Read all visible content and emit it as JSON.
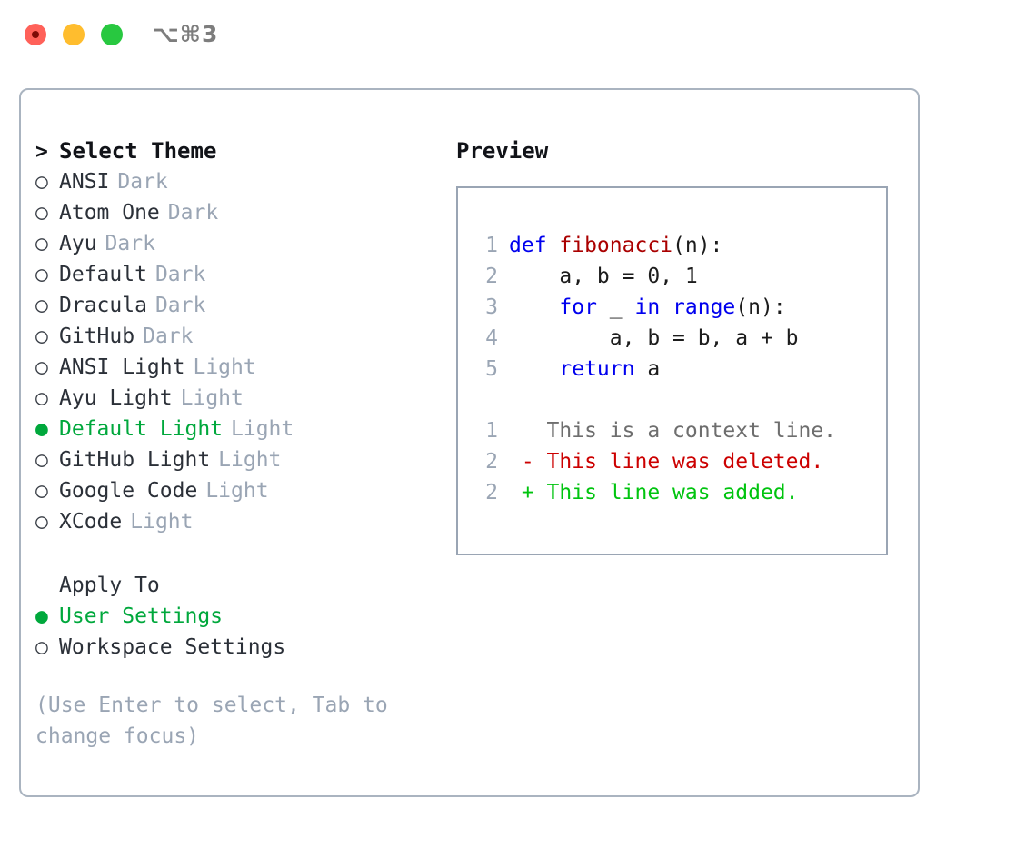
{
  "window": {
    "shortcut": "⌥⌘3",
    "traffic_lights": [
      {
        "name": "close",
        "color": "#ff6159"
      },
      {
        "name": "minimize",
        "color": "#ffbd2e"
      },
      {
        "name": "maximize",
        "color": "#28c840"
      }
    ]
  },
  "colors": {
    "selected_green": "#00a83c",
    "muted_tag": "#9aa5b4",
    "panel_border": "#aab4c0",
    "keyword_blue": "#0000ee",
    "function_red": "#aa0000",
    "diff_delete": "#cc0000",
    "diff_add": "#00c40f"
  },
  "theme_list": {
    "header_marker": ">",
    "header": "Select Theme",
    "items": [
      {
        "marker": "○",
        "label": "ANSI",
        "tag": "Dark",
        "selected": false
      },
      {
        "marker": "○",
        "label": "Atom One",
        "tag": "Dark",
        "selected": false
      },
      {
        "marker": "○",
        "label": "Ayu",
        "tag": "Dark",
        "selected": false
      },
      {
        "marker": "○",
        "label": "Default",
        "tag": "Dark",
        "selected": false
      },
      {
        "marker": "○",
        "label": "Dracula",
        "tag": "Dark",
        "selected": false
      },
      {
        "marker": "○",
        "label": "GitHub",
        "tag": "Dark",
        "selected": false
      },
      {
        "marker": "○",
        "label": "ANSI Light",
        "tag": "Light",
        "selected": false
      },
      {
        "marker": "○",
        "label": "Ayu Light",
        "tag": "Light",
        "selected": false
      },
      {
        "marker": "●",
        "label": "Default Light",
        "tag": "Light",
        "selected": true
      },
      {
        "marker": "○",
        "label": "GitHub Light",
        "tag": "Light",
        "selected": false
      },
      {
        "marker": "○",
        "label": "Google Code",
        "tag": "Light",
        "selected": false
      },
      {
        "marker": "○",
        "label": "XCode",
        "tag": "Light",
        "selected": false
      }
    ]
  },
  "apply_to": {
    "title": "Apply To",
    "options": [
      {
        "marker": "●",
        "label": "User Settings",
        "selected": true
      },
      {
        "marker": "○",
        "label": "Workspace Settings",
        "selected": false
      }
    ]
  },
  "hint": "(Use Enter to select, Tab to change focus)",
  "preview": {
    "title": "Preview",
    "code_lines": [
      {
        "num": "1",
        "tokens": [
          {
            "t": "def ",
            "c": "kw"
          },
          {
            "t": "fibonacci",
            "c": "fn"
          },
          {
            "t": "(n):",
            "c": "pl"
          }
        ]
      },
      {
        "num": "2",
        "tokens": [
          {
            "t": "    a, b = 0, 1",
            "c": "pl"
          }
        ]
      },
      {
        "num": "3",
        "tokens": [
          {
            "t": "    ",
            "c": "pl"
          },
          {
            "t": "for",
            "c": "kw"
          },
          {
            "t": " _ ",
            "c": "pl"
          },
          {
            "t": "in",
            "c": "kw"
          },
          {
            "t": " ",
            "c": "pl"
          },
          {
            "t": "range",
            "c": "kw"
          },
          {
            "t": "(n):",
            "c": "pl"
          }
        ]
      },
      {
        "num": "4",
        "tokens": [
          {
            "t": "        a, b = b, a + b",
            "c": "pl"
          }
        ]
      },
      {
        "num": "5",
        "tokens": [
          {
            "t": "    ",
            "c": "pl"
          },
          {
            "t": "return",
            "c": "kw"
          },
          {
            "t": " a",
            "c": "pl"
          }
        ]
      }
    ],
    "diff_lines": [
      {
        "num": "1",
        "tokens": [
          {
            "t": "   This is a context line.",
            "c": "ctx"
          }
        ]
      },
      {
        "num": "2",
        "tokens": [
          {
            "t": " - This line was deleted.",
            "c": "del"
          }
        ]
      },
      {
        "num": "2",
        "tokens": [
          {
            "t": " + This line was added.",
            "c": "add"
          }
        ]
      }
    ]
  }
}
